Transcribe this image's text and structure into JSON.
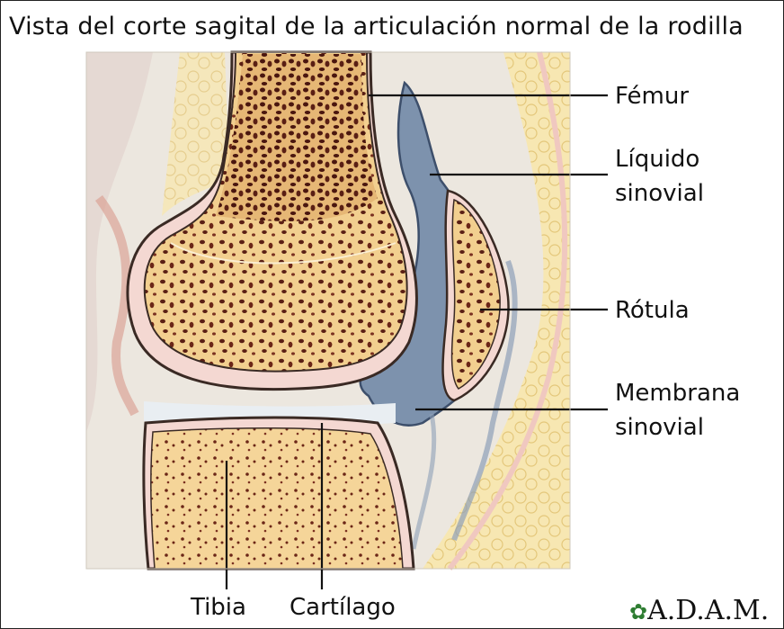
{
  "title": "Vista del corte sagital de la articulación normal de la rodilla",
  "labels": {
    "femur": "Fémur",
    "liquido_line1": "Líquido",
    "liquido_line2": "sinovial",
    "rotula": "Rótula",
    "membrana_line1": "Membrana",
    "membrana_line2": "sinovial",
    "tibia": "Tibia",
    "cartilago": "Cartílago"
  },
  "logo": "A.D.A.M.",
  "colors": {
    "bone": "#f2cf8f",
    "marrow": "#5a1f14",
    "cartilage": "#f4d8d2",
    "synovial_fluid": "#7d92ad",
    "fat": "#f6e3a6",
    "background_tissue": "#e9e4dc",
    "logo_green": "#2e7d32"
  },
  "icons": {
    "logo_leaf": "leaf-icon"
  }
}
